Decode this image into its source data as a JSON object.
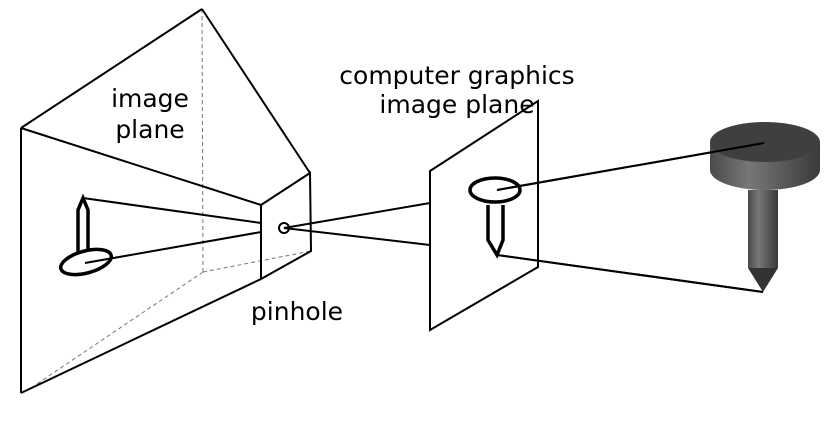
{
  "labels": {
    "image_plane_line1": "image",
    "image_plane_line2": "plane",
    "pinhole": "pinhole",
    "cg_plane_line1": "computer graphics",
    "cg_plane_line2": "image plane"
  },
  "colors": {
    "stroke": "#000000",
    "object_top": "#3f3f3f",
    "object_side": "#5e5e5e"
  }
}
